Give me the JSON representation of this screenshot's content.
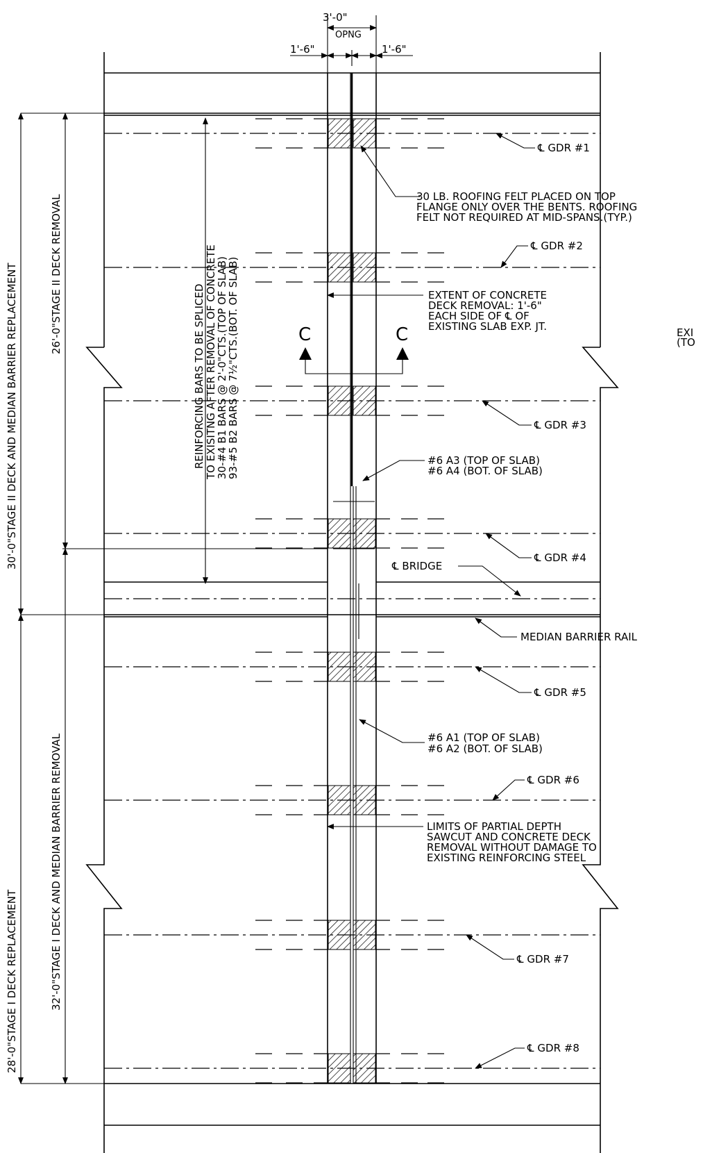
{
  "dimensions": {
    "opening_top": "3'-0\"",
    "opening_bottom": "OPNG",
    "left_side": "1'-6\"",
    "right_side": "1'-6\""
  },
  "stage_labels": {
    "stage2_outer": "30'-0\"STAGE II DECK AND MEDIAN BARRIER REPLACEMENT",
    "stage2_inner": "26'-0\"STAGE II DECK REMOVAL",
    "stage1_outer": "28'-0\"STAGE I DECK REPLACEMENT",
    "stage1_inner": "32'-0\"STAGE I DECK AND MEDIAN BARRIER REMOVAL"
  },
  "reinforcing_note": {
    "line1": "REINFORCING BARS TO BE SPLICED",
    "line2": "TO EXISITNG AFTER REMOVAL OF CONCRETE",
    "line3": "30-#4 B1 BARS @ 2'-0\"CTS.(TOP OF SLAB)",
    "line4": "93-#5 B2 BARS @ 7½\"CTS.(BOT. OF SLAB)"
  },
  "girders": [
    {
      "label": "℄ GDR #1"
    },
    {
      "label": "℄ GDR #2"
    },
    {
      "label": "℄ GDR #3"
    },
    {
      "label": "℄ GDR #4"
    },
    {
      "label": "℄ GDR #5"
    },
    {
      "label": "℄ GDR #6"
    },
    {
      "label": "℄ GDR #7"
    },
    {
      "label": "℄ GDR #8"
    }
  ],
  "notes": {
    "roofing_felt": [
      "30 LB. ROOFING FELT PLACED ON TOP",
      "FLANGE ONLY OVER THE BENTS. ROOFING",
      "FELT NOT REQUIRED AT MID-SPANS.(TYP.)"
    ],
    "deck_removal": [
      "EXTENT OF CONCRETE",
      "DECK REMOVAL: 1'-6\"",
      "EACH SIDE OF ℄ OF",
      "EXISTING SLAB EXP. JT."
    ],
    "bars_a3_a4": [
      "#6 A3 (TOP OF SLAB)",
      "#6 A4 (BOT. OF SLAB)"
    ],
    "bridge_cl": "℄ BRIDGE",
    "median_rail": "MEDIAN BARRIER RAIL",
    "bars_a1_a2": [
      "#6 A1 (TOP OF SLAB)",
      "#6 A2 (BOT. OF SLAB)"
    ],
    "sawcut": [
      "LIMITS OF PARTIAL DEPTH",
      "SAWCUT AND CONCRETE DECK",
      "REMOVAL WITHOUT DAMAGE TO",
      "EXISTING REINFORCING STEEL"
    ],
    "edge_text": [
      "EXI",
      "(TO"
    ]
  },
  "section_marks": {
    "left": "C",
    "right": "C"
  }
}
